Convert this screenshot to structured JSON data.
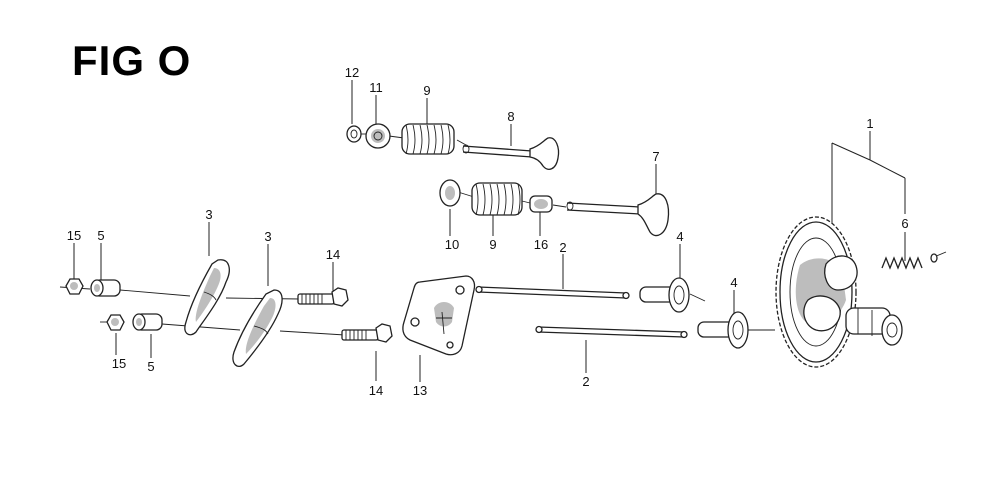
{
  "figure": {
    "title": "FIG O"
  },
  "callouts": [
    {
      "id": "c1",
      "label": "1"
    },
    {
      "id": "c2a",
      "label": "2"
    },
    {
      "id": "c2b",
      "label": "2"
    },
    {
      "id": "c3a",
      "label": "3"
    },
    {
      "id": "c3b",
      "label": "3"
    },
    {
      "id": "c4a",
      "label": "4"
    },
    {
      "id": "c4b",
      "label": "4"
    },
    {
      "id": "c5a",
      "label": "5"
    },
    {
      "id": "c5b",
      "label": "5"
    },
    {
      "id": "c6",
      "label": "6"
    },
    {
      "id": "c7",
      "label": "7"
    },
    {
      "id": "c8",
      "label": "8"
    },
    {
      "id": "c9a",
      "label": "9"
    },
    {
      "id": "c9b",
      "label": "9"
    },
    {
      "id": "c10",
      "label": "10"
    },
    {
      "id": "c11",
      "label": "11"
    },
    {
      "id": "c12",
      "label": "12"
    },
    {
      "id": "c13",
      "label": "13"
    },
    {
      "id": "c14a",
      "label": "14"
    },
    {
      "id": "c14b",
      "label": "14"
    },
    {
      "id": "c15a",
      "label": "15"
    },
    {
      "id": "c15b",
      "label": "15"
    },
    {
      "id": "c16",
      "label": "16"
    }
  ]
}
